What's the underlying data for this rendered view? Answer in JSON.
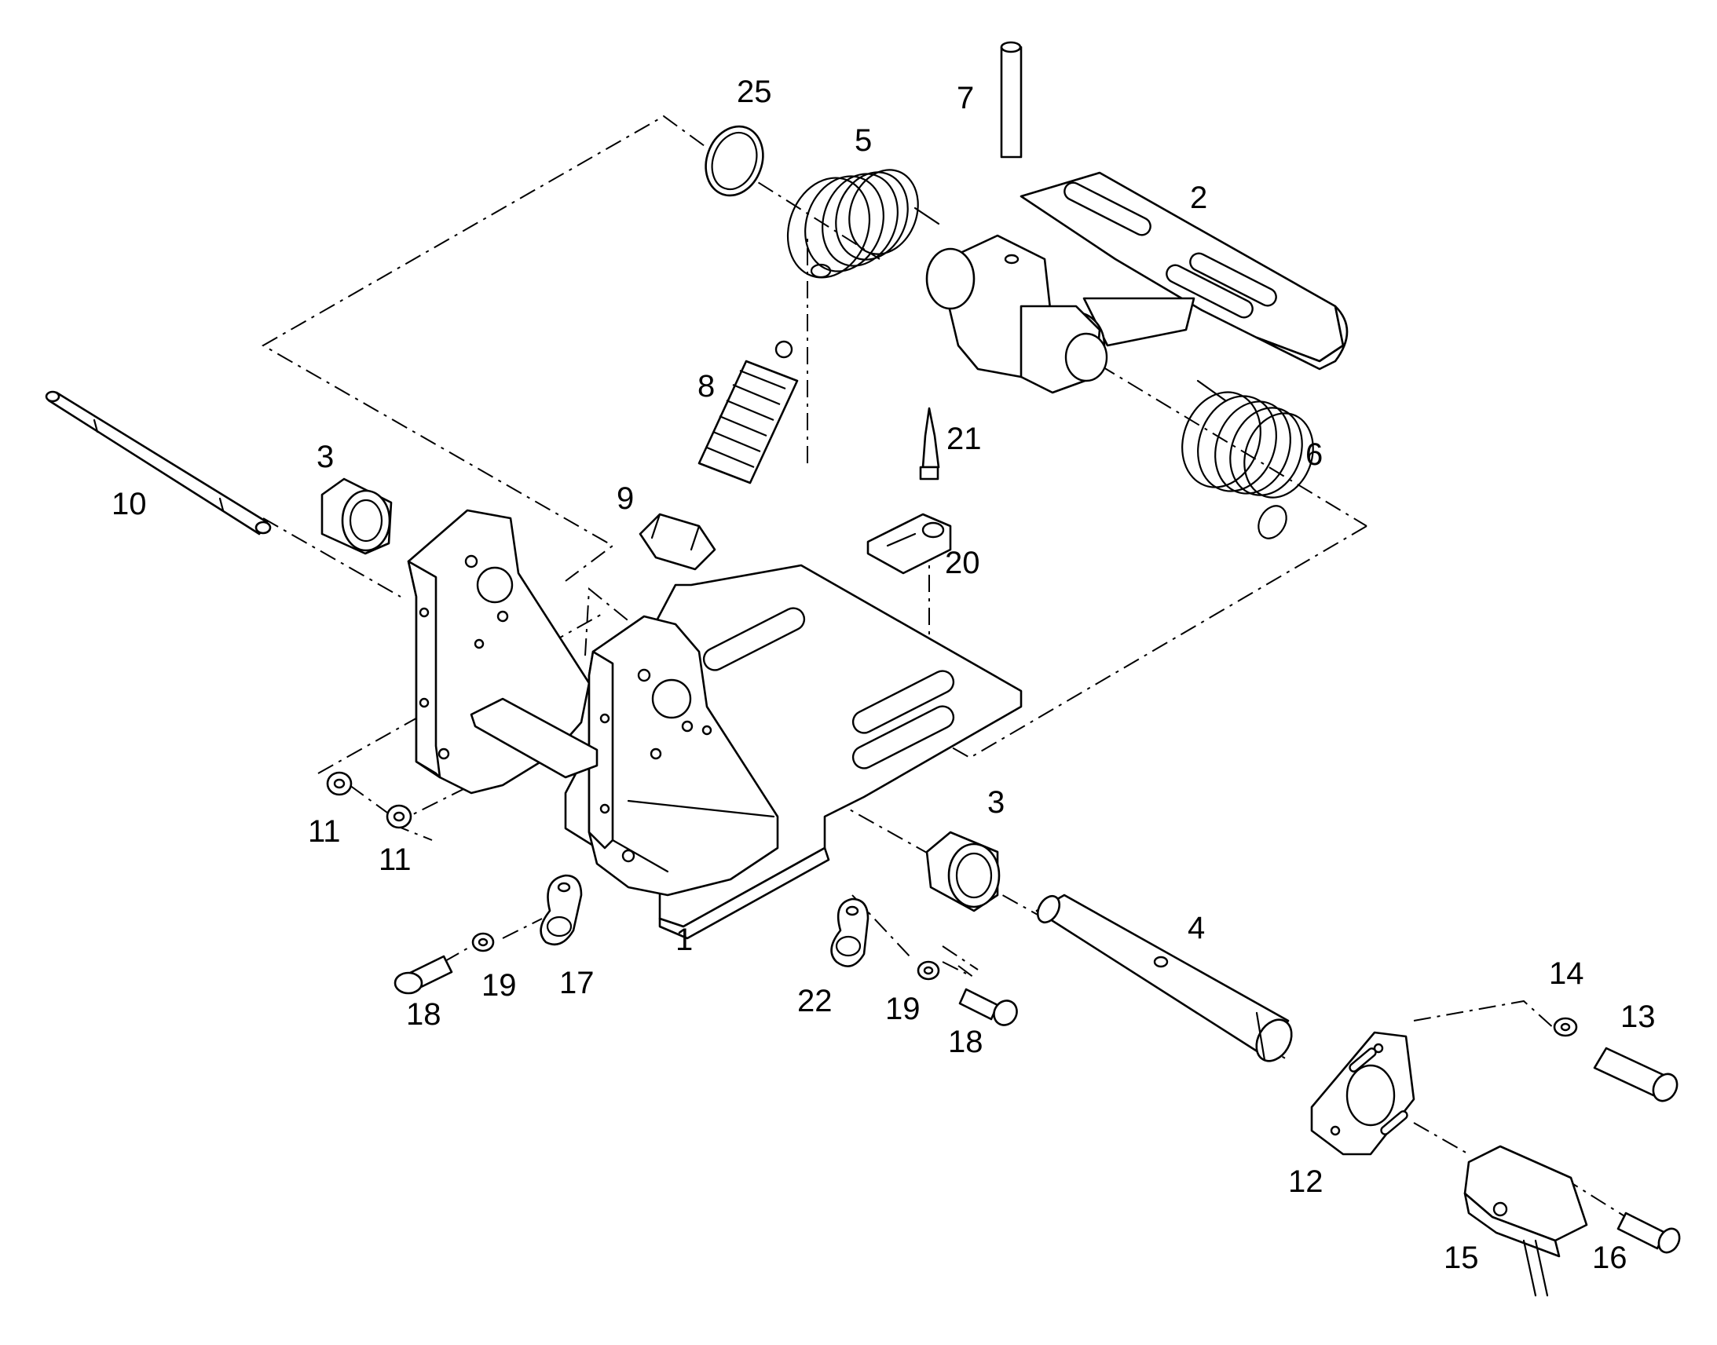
{
  "diagram": {
    "callouts": [
      {
        "key": "c1",
        "text": "1"
      },
      {
        "key": "c2",
        "text": "2"
      },
      {
        "key": "c3a",
        "text": "3"
      },
      {
        "key": "c3b",
        "text": "3"
      },
      {
        "key": "c4",
        "text": "4"
      },
      {
        "key": "c5",
        "text": "5"
      },
      {
        "key": "c6",
        "text": "6"
      },
      {
        "key": "c7",
        "text": "7"
      },
      {
        "key": "c8",
        "text": "8"
      },
      {
        "key": "c9",
        "text": "9"
      },
      {
        "key": "c10",
        "text": "10"
      },
      {
        "key": "c11a",
        "text": "11"
      },
      {
        "key": "c11b",
        "text": "11"
      },
      {
        "key": "c12",
        "text": "12"
      },
      {
        "key": "c13",
        "text": "13"
      },
      {
        "key": "c14",
        "text": "14"
      },
      {
        "key": "c15",
        "text": "15"
      },
      {
        "key": "c16",
        "text": "16"
      },
      {
        "key": "c17",
        "text": "17"
      },
      {
        "key": "c18a",
        "text": "18"
      },
      {
        "key": "c18b",
        "text": "18"
      },
      {
        "key": "c19a",
        "text": "19"
      },
      {
        "key": "c19b",
        "text": "19"
      },
      {
        "key": "c20",
        "text": "20"
      },
      {
        "key": "c21",
        "text": "21"
      },
      {
        "key": "c22",
        "text": "22"
      },
      {
        "key": "c25",
        "text": "25"
      }
    ]
  }
}
